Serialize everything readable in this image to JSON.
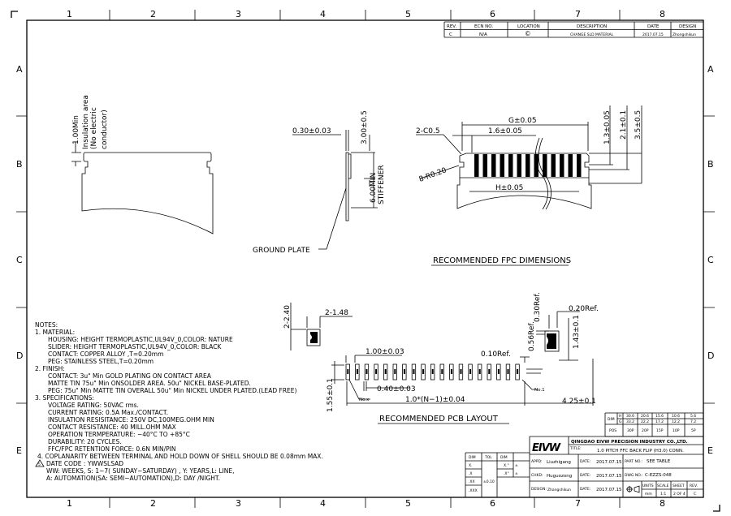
{
  "frame": {
    "columns": [
      "1",
      "2",
      "3",
      "4",
      "5",
      "6",
      "7",
      "8"
    ],
    "rows": [
      "A",
      "B",
      "C",
      "D",
      "E"
    ]
  },
  "revision": {
    "headers": [
      "REV.",
      "ECN NO.",
      "LOCATION",
      "DESCRIPTION",
      "DATE",
      "DESIGN"
    ],
    "row": [
      "C",
      "N/A",
      "©",
      "CHANGE  SLD MATERIAL",
      "2017.07.15",
      "Zhongshikun"
    ]
  },
  "views": {
    "insulation": [
      "Insulation area",
      "(No electric",
      "conductor)"
    ],
    "dim_1_00": "1.00Min",
    "dim_0_30": "0.30±0.03",
    "dim_3_00": "3.00±0.5",
    "dim_6_00": "6.00MIN",
    "stiffener": "STIFFENER",
    "ground_plate": "GROUND PLATE",
    "fpc": {
      "title": "RECOMMENDED FPC DIMENSIONS",
      "g": "G±0.05",
      "c05": "2-C0.5",
      "pitch": "1.6±0.05",
      "r020": "8-R0.20",
      "h": "H±0.05",
      "d13": "1.3±0.05",
      "d21": "2.1±0.1",
      "d35": "3.5±0.5"
    },
    "pcb": {
      "title": "RECOMMENDED PCB LAYOUT",
      "d240": "2-2.40",
      "d148": "2-1.48",
      "d020": "0.20Ref.",
      "d030": "0.30Ref.",
      "d056": "0.56Ref.",
      "d143": "1.43±0.1",
      "d100": "1.00±0.03",
      "d010": "0.10Ref.",
      "d040": "0.40±0.03",
      "dn": "1.0*(N−1)±0.04",
      "d425": "4.25±0.1",
      "d155": "1.55±0.1",
      "nox": "No.x",
      "no1": "No.1"
    }
  },
  "notes": [
    "NOTES:",
    "1. MATERIAL:",
    "HOUSING: HEIGHT  TERMOPLASTIC,UL94V_0,COLOR: NATURE",
    "SLIDER: HEIGHT  TERMOPLASTIC,UL94V_0,COLOR: BLACK",
    "CONTACT: COPPER  ALLOY  ,T=0.20mm",
    "PEG: STAINLESS  STEEL,T=0.20mm",
    "2.  FINISH:",
    "CONTACT: 3u\"  Min  GOLD  PLATING  ON  CONTACT  AREA",
    "MATTE  TIN  75u\"  Min  ONSOLDER  AREA.  50u\"  NICKEL  BASE-PLATED.",
    "PEG: 75u\"  Min  MATTE  TIN  OVERALL  50u\"  Min  NICKEL  UNDER  PLATED.(LEAD  FREE)",
    "3.  SPECIFICATIONS:",
    "VOLTAGE  RATING: 50VAC  rms.",
    "CURRENT  RATING: 0.5A  Max./CONTACT.",
    "INSULATION  RESISITANCE: 250V  DC,100MEG.OHM  MIN",
    "CONTACT  RESISTANCE:  40  MILL.OHM  MAX",
    "OPERATION  TERMPERATURE: −40°C  TO  +85°C",
    "DURABILITY: 20  CYCLES.",
    "FFC/FPC  RETENTION  FORCE:  0.6N  MIN/PIN",
    "4.  COPLANARITY  BETWEEN  TERMINAL  AND  HOLD  DOWN  OF  SHELL  SHOULD  BE  0.08mm  MAX.",
    "DATE  CODE  :  YWWSLSAD",
    "WW: WEEKS,  S:  1~7( SUNDAY~SATURDAY) ,  Y: YEARS,L: LINE,",
    "A: AUTOMATION(SA: SEMI−AUTOMATION),D:  DAY  /NIGHT."
  ],
  "note5_marker": "5",
  "dim_table": {
    "label": "DIM",
    "pos_label": "POS",
    "h_label": "H",
    "g_label": "G",
    "h": [
      "30.6",
      "20.6",
      "15.6",
      "10.6",
      "5.6"
    ],
    "g": [
      "33.2",
      "22.2",
      "17.2",
      "12.2",
      "7.2"
    ],
    "pos": [
      "30P",
      "20P",
      "15P",
      "10P",
      "5P"
    ]
  },
  "tol_table": {
    "h1": "DIM",
    "h2": "TOL",
    "h3": "DIM",
    "c1": [
      "X.",
      ".X",
      ".XX",
      ".XXX"
    ],
    "c3": [
      "X.°",
      ".X°"
    ],
    "c4": [
      "±",
      "±"
    ],
    "tol": "±0.10"
  },
  "title_block": {
    "logo": "EIVW",
    "company": "QINGDAO EIVW PRECISION INDUSTRY CO.,LTD.",
    "title_label": "TITLE:",
    "title": "1.0 PITCH FFC BACK FLIP (H3.0) CONN.",
    "appd_label": "APPD:",
    "appd": "Liuzhigang",
    "chkd_label": "CHKD:",
    "chkd": "Huguozong",
    "design_label": "DESIGN:",
    "design": "Zhangshikun",
    "date_label": "DATE:",
    "date": "2017.07.15",
    "part_label": "PART NO.:",
    "part": "SEE TABLE",
    "dwg_label": "DWG NO.:",
    "dwg": "C-EZZS-048",
    "units_label": "UNITS",
    "units": "mm",
    "scale_label": "SCALE",
    "scale": "1:1",
    "sheet_label": "SHEET",
    "sheet": "2 OF 4",
    "rev_label": "REV.",
    "rev": "C"
  }
}
